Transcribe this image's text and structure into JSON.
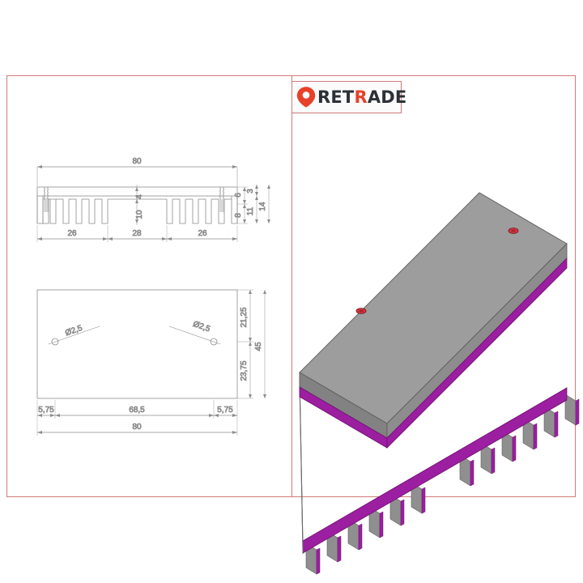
{
  "page": {
    "background_color": "#ffffff",
    "frame_color": "#cf7a7a"
  },
  "logo": {
    "icon": "map-pin-icon",
    "text_part1": "RET",
    "text_accent": "R",
    "text_part2": "ADE",
    "full_text": "RETRADE",
    "accent_color": "#e8402a",
    "text_color": "#2b3137"
  },
  "drawing": {
    "title": "heatsink-technical-drawing",
    "line_color": "#8c8c8c",
    "dimension_text_color": "#6f6f6f",
    "section_view": {
      "name": "front-section-view",
      "overall_width": "80",
      "segment_dims": [
        "26",
        "28",
        "26"
      ],
      "height_dims": {
        "base_top": "4",
        "fin_depth": "10",
        "right_upper": "6",
        "right_lower": "8",
        "mid_upper": "3",
        "mid_lower": "11",
        "total": "14"
      },
      "fin_count_left": 6,
      "fin_count_right": 6
    },
    "plan_view": {
      "name": "bottom-plan-view",
      "hole_label_left": "Ø2,5",
      "hole_label_right": "Ø2,5",
      "horizontal_dims": [
        "5,75",
        "68,5",
        "5,75"
      ],
      "overall_width": "80",
      "vertical_dims_inner": [
        "21,25",
        "23,75"
      ],
      "vertical_dim_outer": "45"
    }
  },
  "render_3d": {
    "name": "heatsink-isometric-render",
    "body_color": "#9a9a9a",
    "top_face_color": "#9d9d9d",
    "side_face_color": "#8a8a8a",
    "fin_color": "#8f8f8f",
    "highlight_color": "#9b1fa0",
    "hole_color": "#d9343f",
    "fin_count": 12,
    "hole_count": 2
  }
}
